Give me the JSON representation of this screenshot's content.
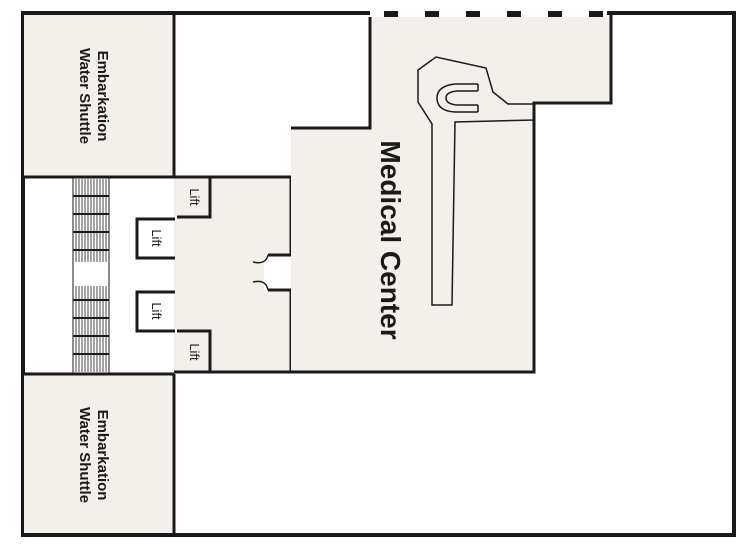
{
  "map": {
    "rooms": {
      "top_embarkation": {
        "line1": "Water Shuttle",
        "line2": "Embarkation"
      },
      "bottom_embarkation": {
        "line1": "Water Shuttle",
        "line2": "Embarkation"
      },
      "medical_center": "Medical Center"
    },
    "lifts": [
      "Lift",
      "Lift",
      "Lift",
      "Lift"
    ]
  },
  "colors": {
    "room_fill": "#f3f0eb",
    "wall": "#1a1a1a",
    "background": "#ffffff"
  }
}
